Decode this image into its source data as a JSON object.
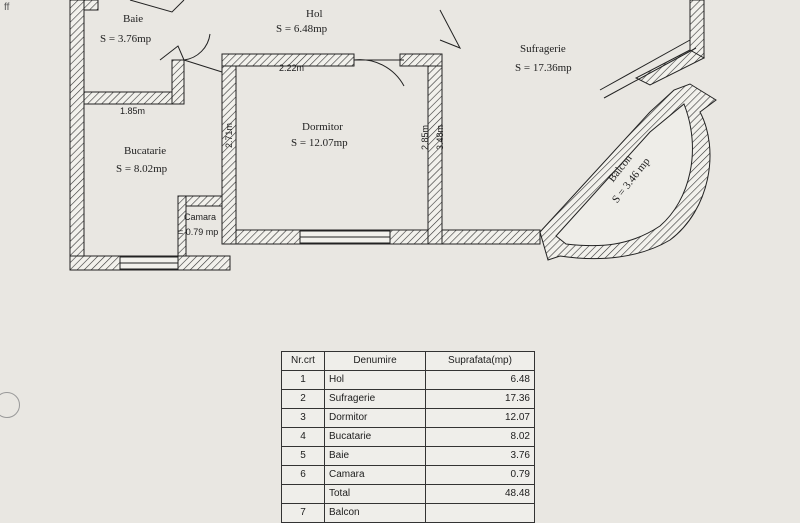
{
  "corner_mark": "ff",
  "rooms": {
    "baie": {
      "name": "Baie",
      "area": "S = 3.76mp"
    },
    "hol": {
      "name": "Hol",
      "area": "S = 6.48mp"
    },
    "sufragerie": {
      "name": "Sufragerie",
      "area": "S = 17.36mp"
    },
    "dormitor": {
      "name": "Dormitor",
      "area": "S = 12.07mp"
    },
    "bucatarie": {
      "name": "Bucatarie",
      "area": "S = 8.02mp"
    },
    "camara": {
      "name": "Camara",
      "area": "= 0.79 mp"
    },
    "balcon": {
      "name": "Balcon",
      "area": "S = 3.46 mp"
    }
  },
  "dimensions": {
    "hol_width": "2.22m",
    "baie_width": "1.85m",
    "dormitor_height_left": "2.71m",
    "dormitor_height_right": "2.85m",
    "sufragerie_height": "3.48m"
  },
  "table": {
    "headers": [
      "Nr.crt",
      "Denumire",
      "Suprafata(mp)"
    ],
    "rows": [
      {
        "nr": "1",
        "name": "Hol",
        "area": "6.48"
      },
      {
        "nr": "2",
        "name": "Sufragerie",
        "area": "17.36"
      },
      {
        "nr": "3",
        "name": "Dormitor",
        "area": "12.07"
      },
      {
        "nr": "4",
        "name": "Bucatarie",
        "area": "8.02"
      },
      {
        "nr": "5",
        "name": "Baie",
        "area": "3.76"
      },
      {
        "nr": "6",
        "name": "Camara",
        "area": "0.79"
      }
    ],
    "total_label": "Total",
    "total_value": "48.48",
    "partial_row": {
      "nr": "7",
      "name": "Balcon",
      "area": ""
    }
  }
}
